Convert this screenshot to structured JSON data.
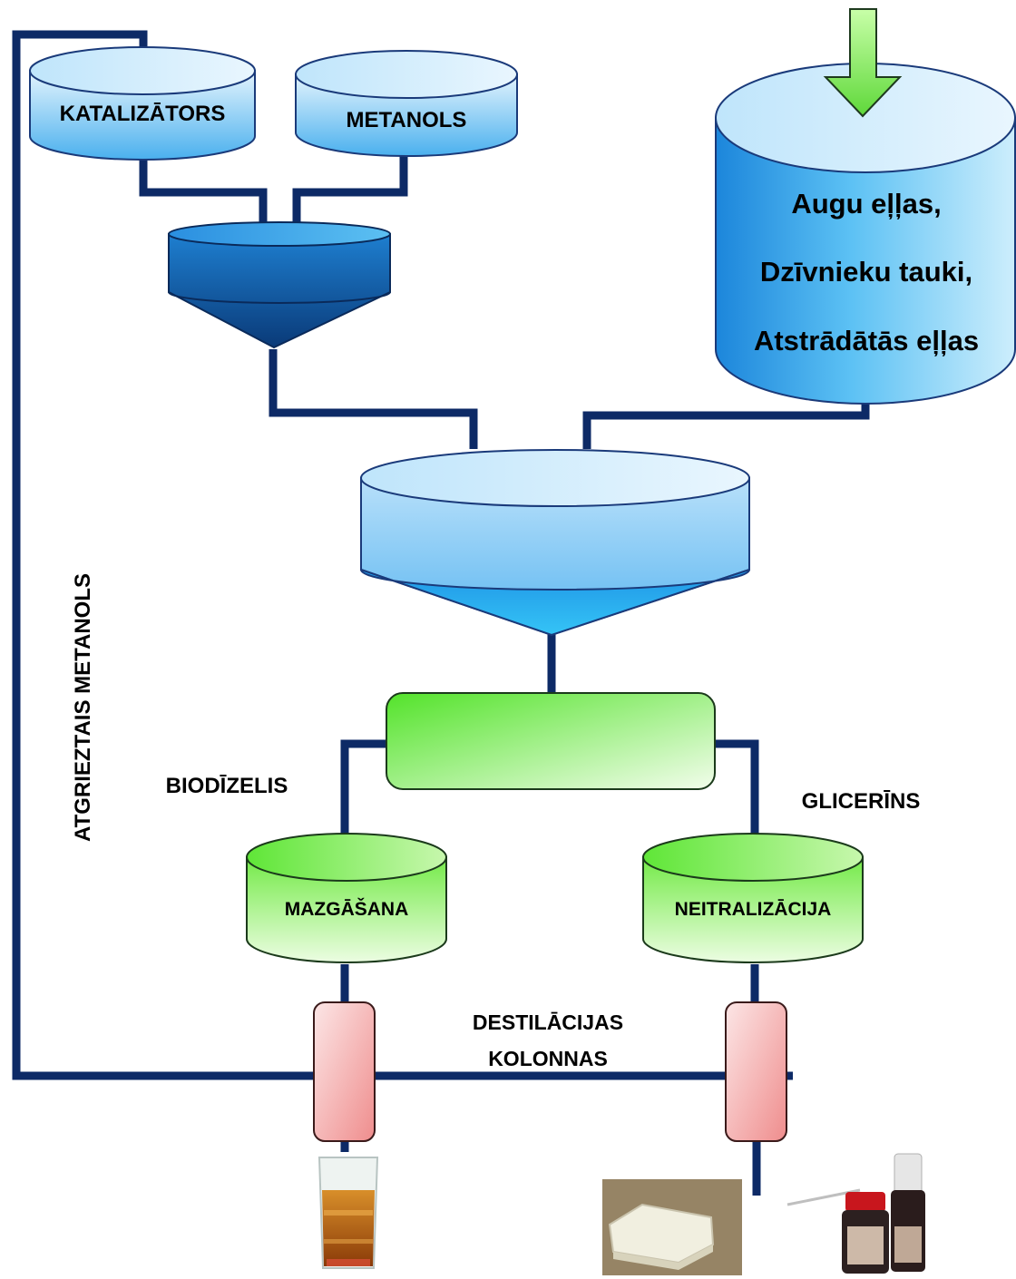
{
  "tanks": {
    "catalyst": "KATALIZĀTORS",
    "methanol": "METANOLS",
    "feedstock": [
      "Augu eļļas,",
      "Dzīvnieku tauki,",
      "Atstrādātās eļļas"
    ],
    "washing": "MAZGĀŠANA",
    "neutralization": "NEITRALIZĀCIJA"
  },
  "labels": {
    "biodiesel": "BIODĪZELIS",
    "glycerin": "GLICERĪNS",
    "distillation": [
      "DESTILĀCIJAS",
      "KOLONNAS"
    ],
    "recycled_methanol": "ATGRIEZTAIS METANOLS"
  },
  "colors": {
    "pipe": "#0d2a66",
    "tank_blue_light": "#d6eefc",
    "tank_blue_dark": "#1c8ee0",
    "tank_green_light": "#eaffdd",
    "tank_green_dark": "#57e82f",
    "column_pink": "#f29a9a",
    "input_arrow": "#8ef06a"
  },
  "icons": {
    "product_biodiesel": "beaker-icon",
    "product_soap": "soap-bar-icon",
    "product_pharma": "medicine-bottles-icon"
  }
}
